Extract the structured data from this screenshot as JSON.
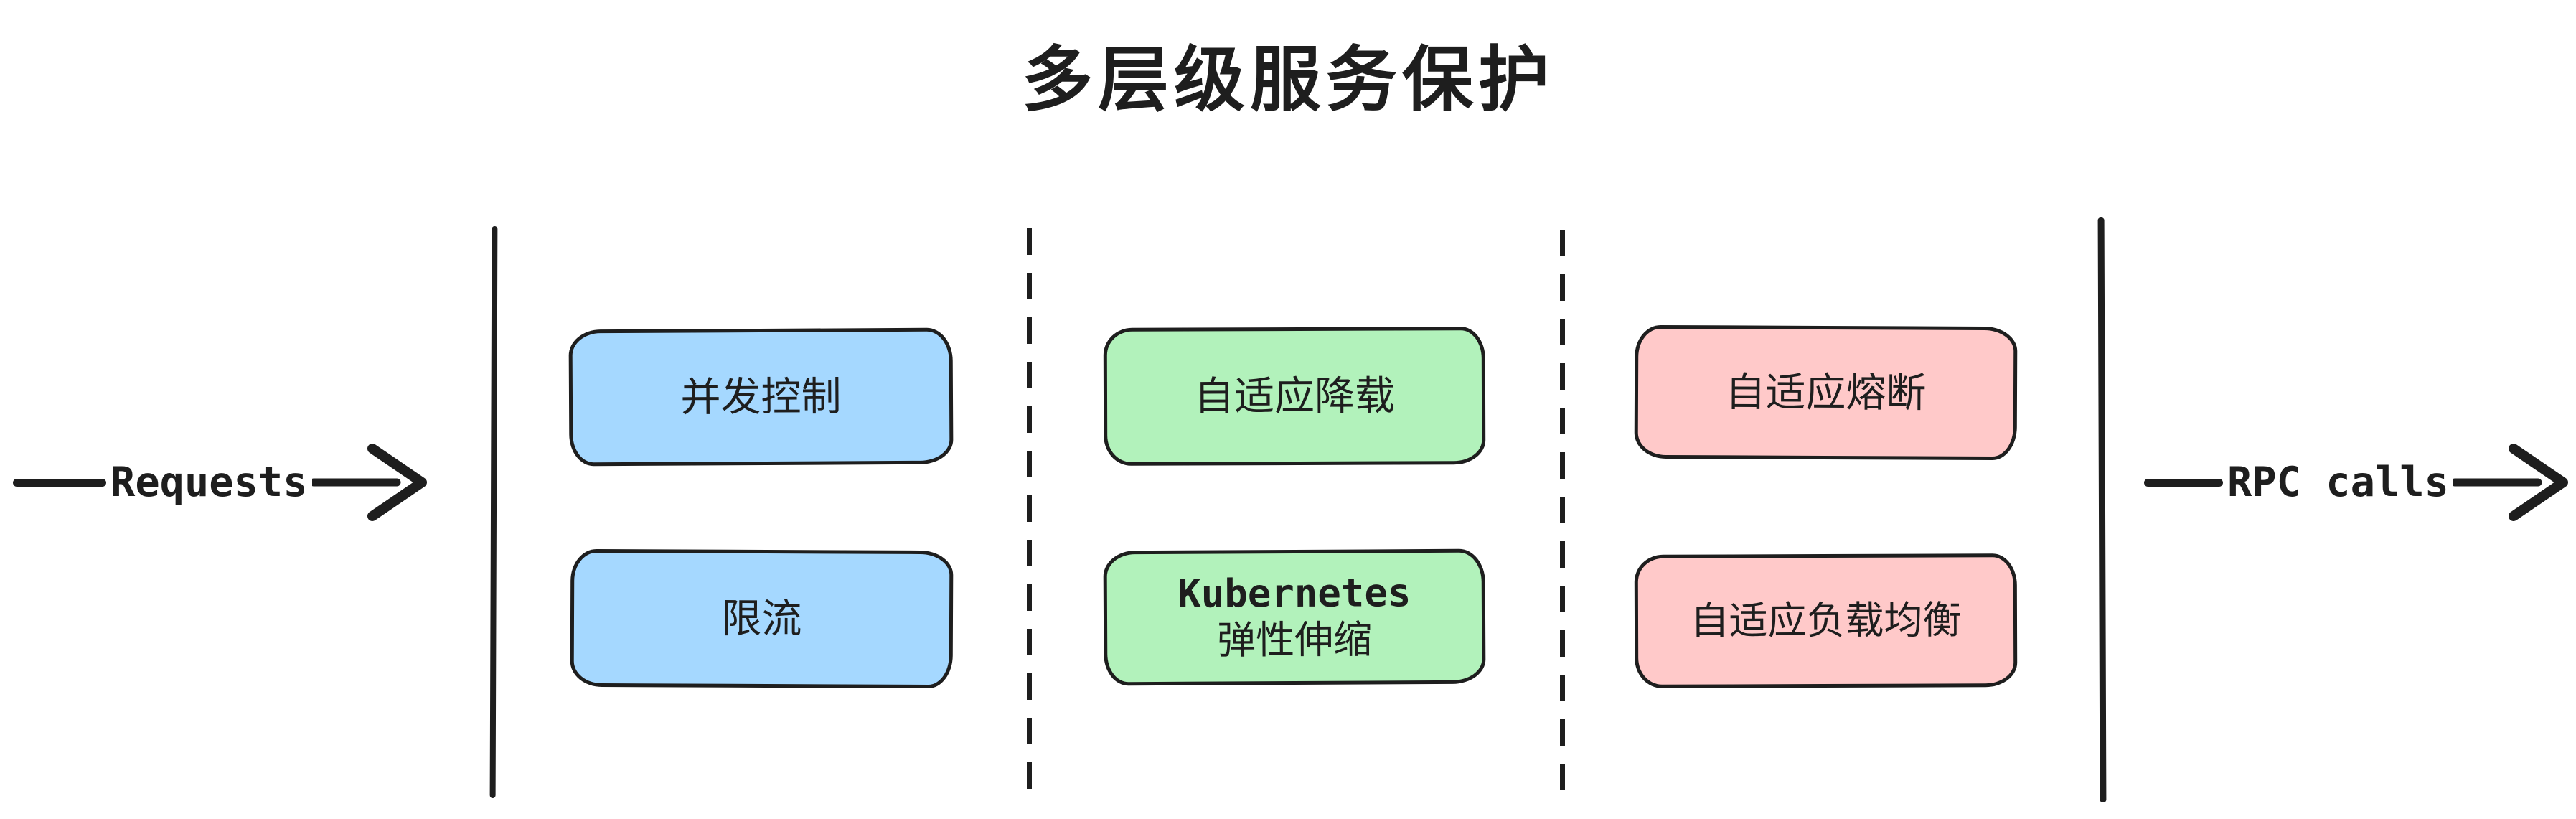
{
  "title": "多层级服务保护",
  "flow_in": {
    "label": "Requests"
  },
  "flow_out": {
    "label": "RPC calls"
  },
  "layers": [
    {
      "id": "concurrency-layer",
      "fill": "#a5d8ff",
      "boxes": [
        {
          "label": "并发控制"
        },
        {
          "label": "限流"
        }
      ]
    },
    {
      "id": "load-adaptive-layer",
      "fill": "#b2f2bb",
      "boxes": [
        {
          "label": "自适应降载"
        },
        {
          "label_line1": "Kubernetes",
          "label_line2": "弹性伸缩"
        }
      ]
    },
    {
      "id": "resilience-layer",
      "fill": "#ffc9c9",
      "boxes": [
        {
          "label": "自适应熔断"
        },
        {
          "label": "自适应负载均衡"
        }
      ]
    }
  ],
  "icons": {
    "arrow_head": "chevron-right"
  },
  "colors": {
    "ink": "#1e1e1e",
    "canvas": "#ffffff",
    "blue": "#a5d8ff",
    "green": "#b2f2bb",
    "pink": "#ffc9c9"
  }
}
